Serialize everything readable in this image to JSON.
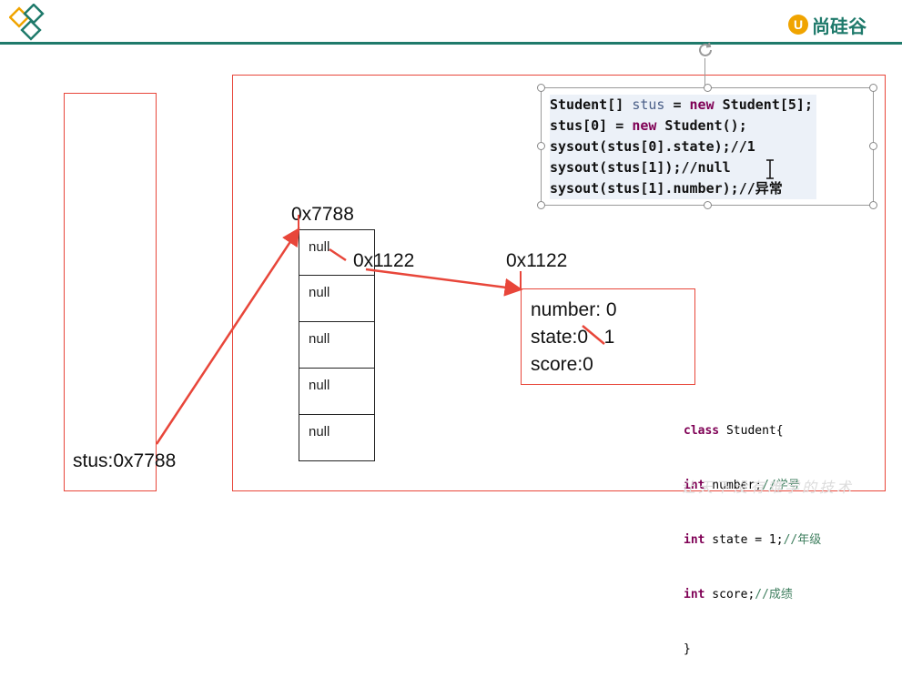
{
  "header": {
    "brand_text": "尚硅谷",
    "brand_mark": "U"
  },
  "stack": {
    "label": "stus:0x7788"
  },
  "array": {
    "address": "0x7788",
    "cells": [
      "null",
      "null",
      "null",
      "null",
      "null"
    ]
  },
  "reference": {
    "address_label": "0x1122"
  },
  "object": {
    "address": "0x1122",
    "fields": [
      "number: 0",
      "state:0",
      "score:0"
    ],
    "state_new_value": "1"
  },
  "code": {
    "lines": [
      "Student[] stus = new Student[5];",
      "stus[0] = new Student();",
      "sysout(stus[0].state);//1",
      "sysout(stus[1]);//null",
      "sysout(stus[1].number);//异常"
    ]
  },
  "class_def": {
    "lines": [
      "class Student{",
      "int number;//学号",
      "int state = 1;//年级",
      "int score;//成绩",
      "}"
    ]
  },
  "watermark": "让天下没有难学的技术",
  "colors": {
    "arrow": "#e8463a",
    "header_line": "#1f7a6b",
    "brand_orange": "#f0a400",
    "keyword": "#7f0055"
  }
}
